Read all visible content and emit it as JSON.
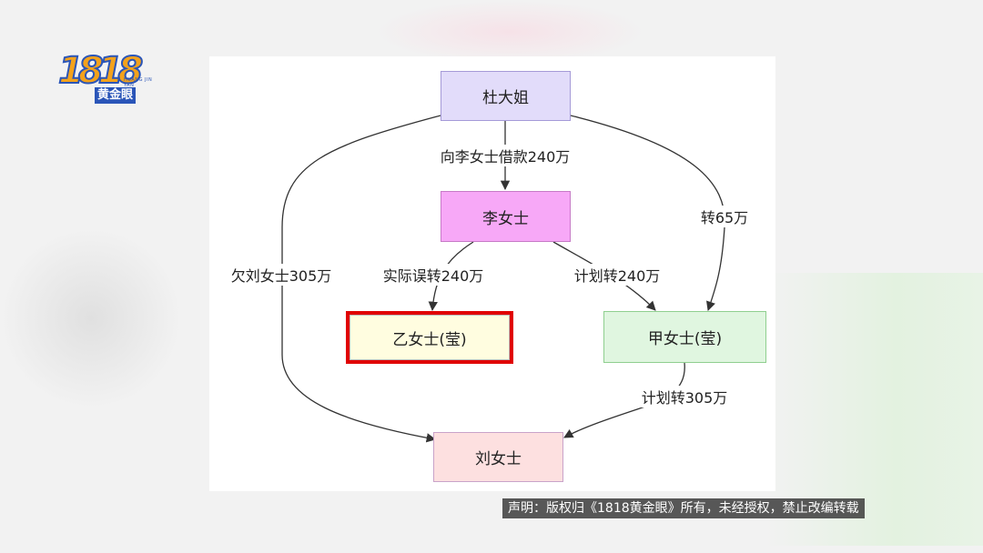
{
  "logo": {
    "number": "1818",
    "text": "黄金眼",
    "small_text": "HUANG JIN YAN"
  },
  "diagram": {
    "nodes": {
      "du": {
        "label": "杜大姐",
        "fill": "#e2dcfa",
        "border": "#a59ad8"
      },
      "li": {
        "label": "李女士",
        "fill": "#f7a8f7",
        "border": "#c77ac7"
      },
      "yi": {
        "label": "乙女士(莹)",
        "fill": "#fffde0",
        "border": "#e00000"
      },
      "jia": {
        "label": "甲女士(莹)",
        "fill": "#e0f6e0",
        "border": "#8fcf8f"
      },
      "liu": {
        "label": "刘女士",
        "fill": "#fde0e0",
        "border": "#c9a3c9"
      }
    },
    "edges": {
      "du_li": "向李女士借款240万",
      "du_jia": "转65万",
      "du_liu": "欠刘女士305万",
      "li_yi": "实际误转240万",
      "li_jia": "计划转240万",
      "jia_liu": "计划转305万"
    }
  },
  "disclaimer": "声明：版权归《1818黄金眼》所有，未经授权，禁止改编转载"
}
